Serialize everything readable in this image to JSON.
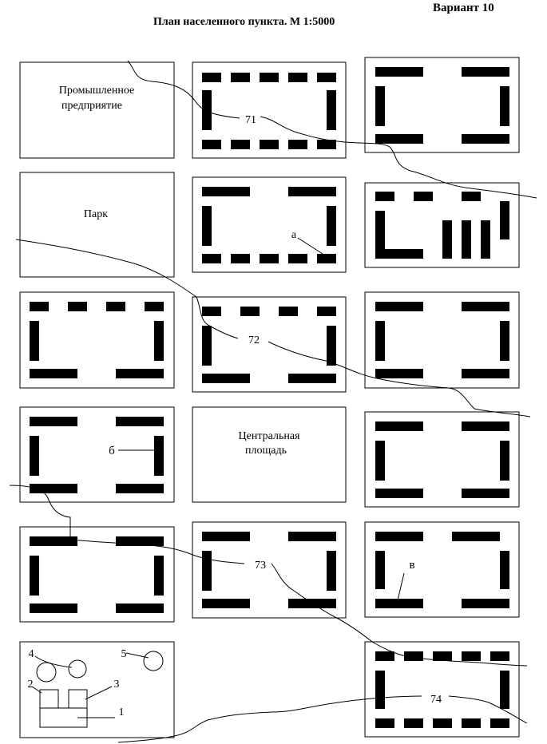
{
  "header": {
    "variant": "Вариант 10",
    "title": "План населенного пункта. М 1:5000"
  },
  "labels": {
    "industrial_line1": "Промышленное",
    "industrial_line2": "предприятие",
    "park": "Парк",
    "central_line1": "Центральная",
    "central_line2": "площадь"
  },
  "contours": [
    "71",
    "72",
    "73",
    "74"
  ],
  "point_letters": [
    "а",
    "б",
    "в"
  ],
  "point_numbers": [
    "1",
    "2",
    "3",
    "4",
    "5"
  ],
  "colors": {
    "ink": "#000000",
    "paper": "#ffffff"
  }
}
